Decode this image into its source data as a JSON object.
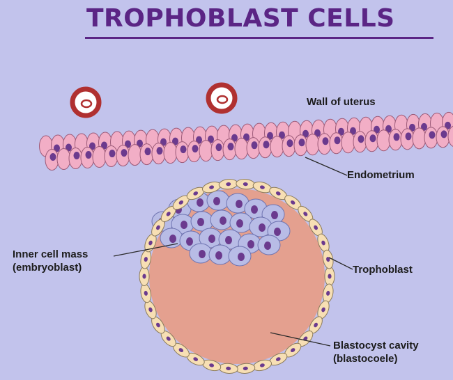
{
  "title": "TROPHOBLAST CELLS",
  "labels": {
    "wall_of_uterus": "Wall of uterus",
    "endometrium": "Endometrium",
    "inner_cell_mass_line1": "Inner cell mass",
    "inner_cell_mass_line2": "(embryoblast)",
    "trophoblast": "Trophoblast",
    "blastocyst_cavity_line1": "Blastocyst cavity",
    "blastocyst_cavity_line2": "(blastocoele)"
  },
  "colors": {
    "background": "#c2c3ec",
    "title": "#5b2585",
    "endometrium_cell": "#f2aec6",
    "nucleus": "#6b3a8e",
    "trophoblast_cell": "#f7dfb4",
    "cavity": "#e4a08f",
    "inner_cell_mass": "#b8bce6",
    "blood_cell": "#b03030"
  }
}
